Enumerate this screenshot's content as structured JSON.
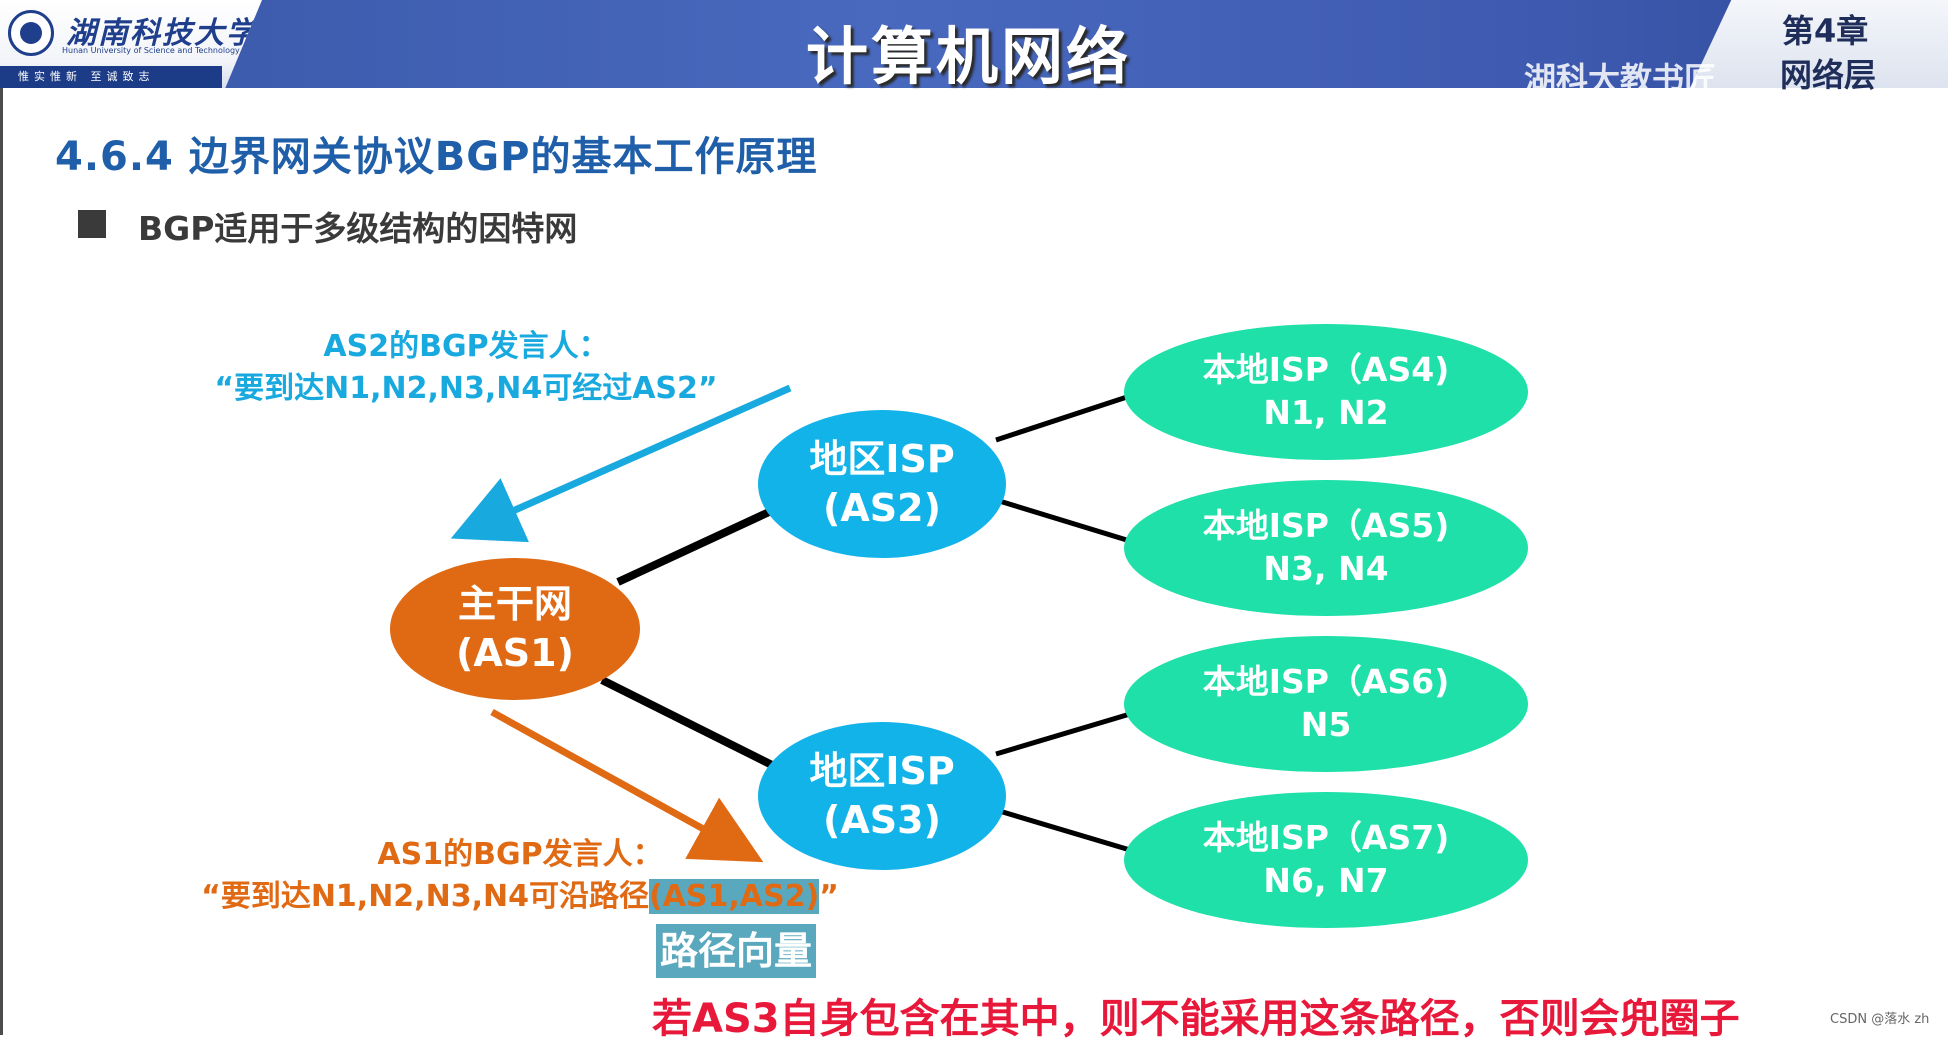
{
  "header": {
    "logo_text": "湖南科技大学",
    "logo_en": "Hunan University of Science and Technology",
    "logo_motto": "惟实惟新  至诚致志",
    "title": "计算机网络",
    "chapter": "第4章",
    "chapter_sub": "网络层",
    "watermark": "湖科大教书匠"
  },
  "slide": {
    "section_title": "4.6.4 边界网关协议BGP的基本工作原理",
    "bullet": "BGP适用于多级结构的因特网"
  },
  "diagram": {
    "backbone": {
      "line1": "主干网",
      "line2": "(AS1)"
    },
    "regional": [
      {
        "line1": "地区ISP",
        "line2": "(AS2)"
      },
      {
        "line1": "地区ISP",
        "line2": "(AS3)"
      }
    ],
    "local": [
      {
        "line1": "本地ISP（AS4)",
        "line2": "N1, N2"
      },
      {
        "line1": "本地ISP（AS5)",
        "line2": "N3, N4"
      },
      {
        "line1": "本地ISP（AS6)",
        "line2": "N5"
      },
      {
        "line1": "本地ISP（AS7)",
        "line2": "N6, N7"
      }
    ],
    "ann_as2": {
      "line1": "AS2的BGP发言人：",
      "line2": "“要到达N1,N2,N3,N4可经过AS2”"
    },
    "ann_as1": {
      "line1": "AS1的BGP发言人：",
      "line2_prefix": "“要到达N1,N2,N3,N4可沿路径",
      "line2_highlight": "(AS1,AS2)",
      "line2_suffix": "”"
    },
    "path_vector": "路径向量",
    "warning": "若AS3自身包含在其中，则不能采用这条路径，否则会兜圈子",
    "colors": {
      "backbone": "#e06a14",
      "regional": "#12b3e8",
      "local": "#1ee0a8",
      "warning": "#e8183a"
    }
  },
  "credit": "CSDN @落水 zh"
}
